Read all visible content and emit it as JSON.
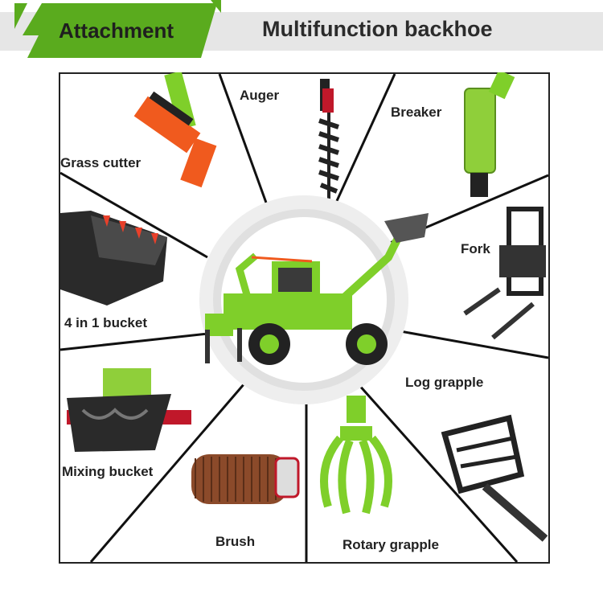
{
  "header": {
    "tag_label": "Attachment",
    "title": "Multifunction backhoe"
  },
  "colors": {
    "accent_green": "#5aab1e",
    "machine_green": "#7fcf2a",
    "attachment_orange": "#f05a1e",
    "banner_gray": "#e6e6e6"
  },
  "attachments": [
    {
      "label": "Grass cutter"
    },
    {
      "label": "Auger"
    },
    {
      "label": "Breaker"
    },
    {
      "label": "Fork"
    },
    {
      "label": "4 in 1 bucket"
    },
    {
      "label": "Log grapple"
    },
    {
      "label": "Mixing bucket"
    },
    {
      "label": "Brush"
    },
    {
      "label": "Rotary grapple"
    }
  ]
}
